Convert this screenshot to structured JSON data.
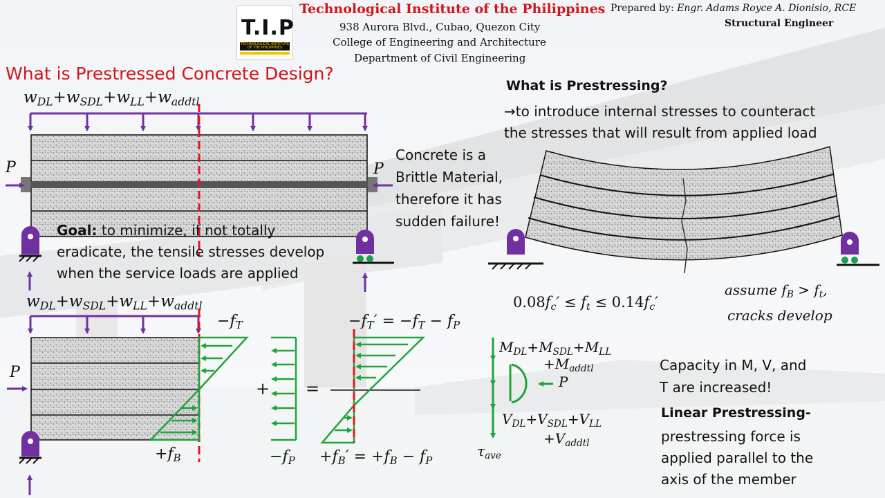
{
  "header": {
    "institution": "Technological Institute of the Philippines",
    "address": "938 Aurora Blvd., Cubao, Quezon City",
    "college": "College of Engineering and Architecture",
    "department": "Department of Civil Engineering",
    "prepared_by_label": "Prepared by:",
    "author": "Engr. Adams Royce A. Dionisio, RCE",
    "role": "Structural Engineer",
    "logo_text": "T.I.P",
    "logo_subtext": "TECHNOLOGICAL INSTITUTE OF THE PHILIPPINES"
  },
  "slide": {
    "title": "What is Prestressed Concrete Design?",
    "brittle_note": [
      "Concrete is a",
      "Brittle Material,",
      "therefore it has",
      "sudden failure!"
    ],
    "goal_label": "Goal:",
    "goal_text": [
      "to minimize, if not totally",
      "eradicate, the tensile stresses develop",
      "when the service loads are applied"
    ],
    "prestressing_heading": "What is Prestressing?",
    "prestressing_def": [
      "→to introduce internal stresses to counteract",
      "the stresses that will result from applied load"
    ],
    "crack_note": [
      "assume f_B > f_t,",
      "cracks develop"
    ],
    "ft_range": "0.08fc′ ≤ ft ≤ 0.14fc′",
    "capacity_note": [
      "Capacity in M, V, and",
      "T are increased!"
    ],
    "linear_heading": "Linear Prestressing-",
    "linear_text": [
      "prestressing force is",
      "applied parallel to the",
      "axis of the member"
    ]
  },
  "math_labels": {
    "load_top": "wDL+wSDL+wLL+waddtl",
    "load_bottom": "wDL+wSDL+wLL+waddtl",
    "P": "P",
    "minus_fT": "−fT",
    "plus_fB": "+fB",
    "minus_fP": "−fP",
    "result_top": "−fT′ = −fT − fP",
    "result_bottom": "+fB′ = +fB − fP",
    "plus_sign": "+",
    "equals_sign": "=",
    "moment": "MDL+MSDL+MLL",
    "moment2": "+Maddtl",
    "shear": "VDL+VSDL+VLL",
    "shear2": "+Vaddtl",
    "tau": "τave"
  },
  "colors": {
    "title_red": "#d0161b",
    "load_purple": "#7030a0",
    "stress_green": "#1fa33a",
    "centerline_red": "#e8151c",
    "support_green": "#16a34a"
  }
}
